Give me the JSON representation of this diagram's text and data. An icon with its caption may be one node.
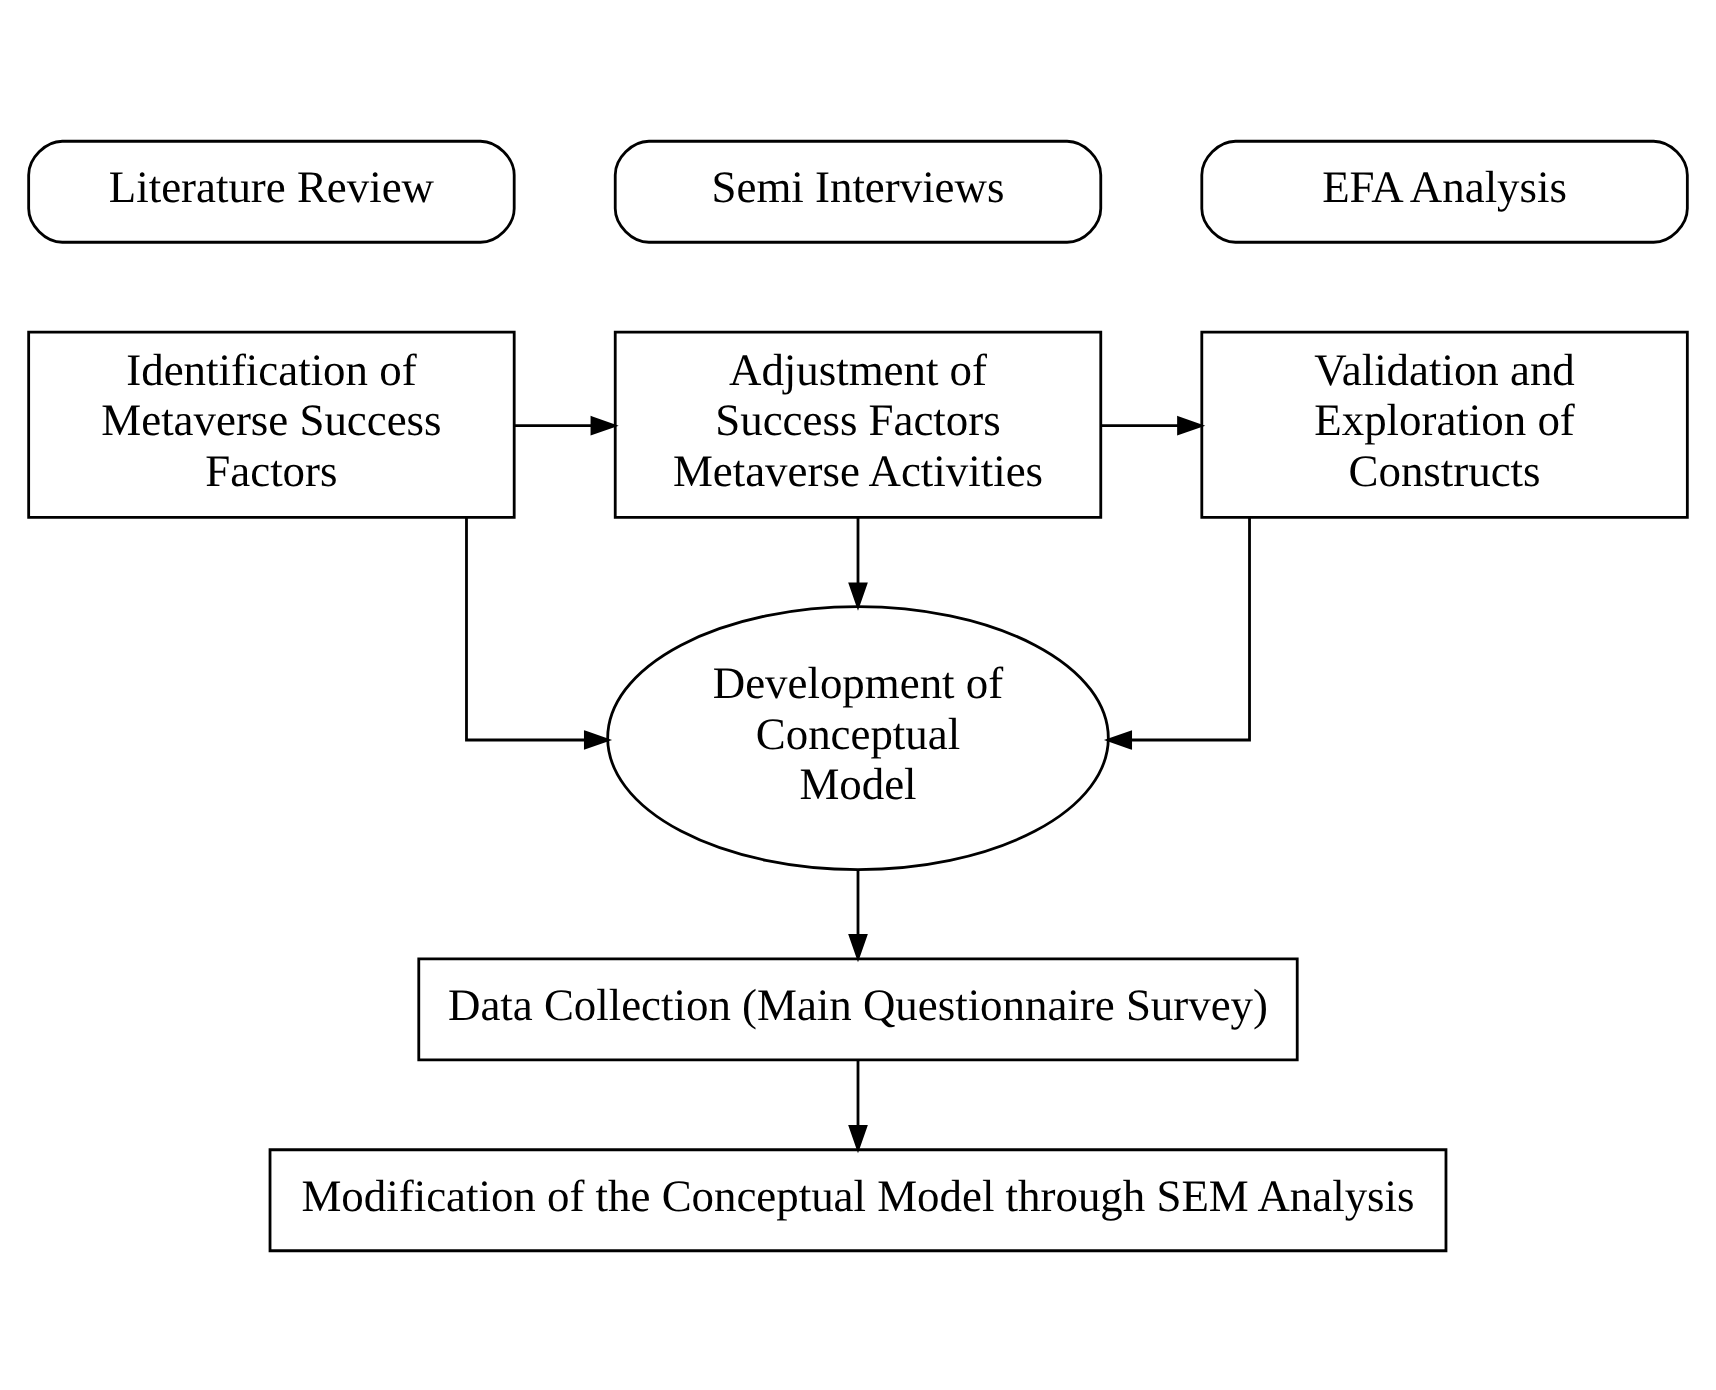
{
  "diagram": {
    "nodes": [
      {
        "text": [
          "Literature Review"
        ]
      },
      {
        "text": [
          "Identification of Metaverse Success Factors"
        ]
      },
      {
        "text": [
          "Semi Interviews"
        ]
      },
      {
        "text": [
          "Adjustment of Success Factors Metaverse Activities"
        ]
      },
      {
        "text": [
          "EFA Analysis"
        ]
      },
      {
        "text": [
          "Validation and Exploration of Constructs"
        ]
      },
      {
        "text": [
          "Development of Conceptual Model"
        ]
      },
      {
        "text": [
          "Data Collection (Main Questionnaire Survey)"
        ]
      },
      {
        "text": [
          "Modification of the Conceptual Model through SEM Analysis"
        ]
      }
    ],
    "edges": [
      {
        "from": 1,
        "to": 3,
        "arrow": "to"
      },
      {
        "from": 3,
        "to": 5,
        "arrow": "to"
      },
      {
        "from": 1,
        "to": 6,
        "arrow": "to"
      },
      {
        "from": 3,
        "to": 6,
        "arrow": "to"
      },
      {
        "from": 5,
        "to": 6,
        "arrow": "to"
      },
      {
        "from": 6,
        "to": 7,
        "arrow": "to"
      },
      {
        "from": 7,
        "to": 8,
        "arrow": "to"
      }
    ]
  }
}
